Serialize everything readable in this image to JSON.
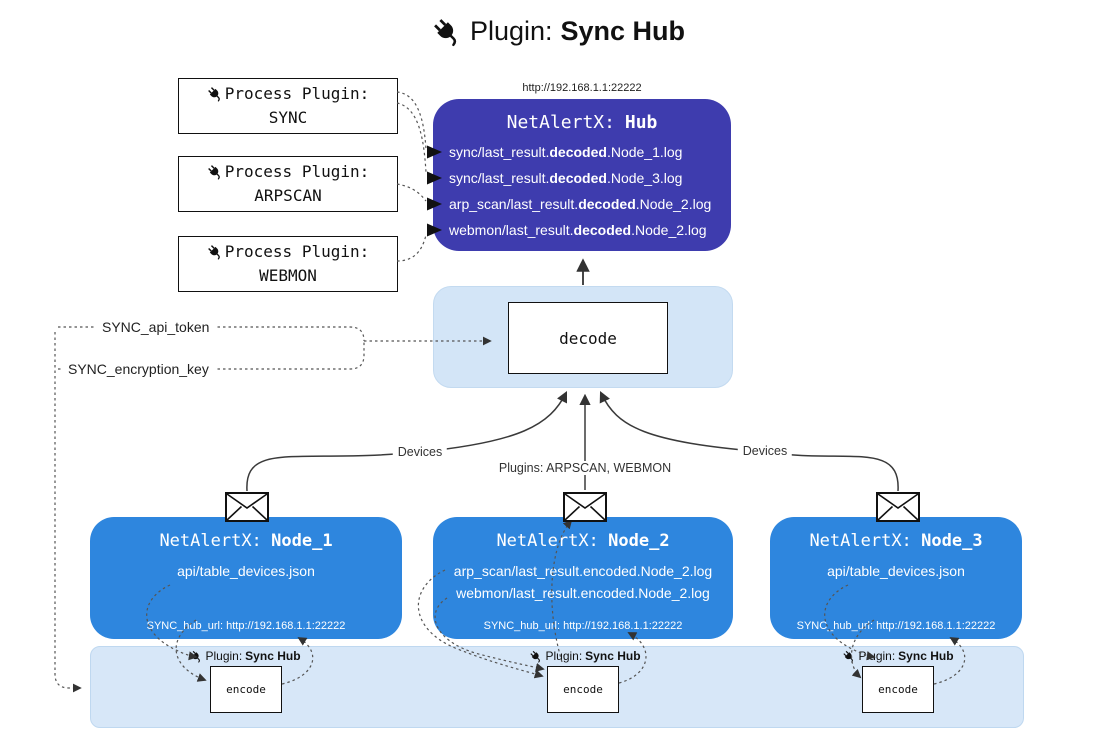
{
  "title": {
    "prefix": "Plugin:",
    "name": "Sync Hub"
  },
  "process_plugins": [
    {
      "label": "Process Plugin:",
      "name": "SYNC"
    },
    {
      "label": "Process Plugin:",
      "name": "ARPSCAN"
    },
    {
      "label": "Process Plugin:",
      "name": "WEBMON"
    }
  ],
  "hub": {
    "url": "http://192.168.1.1:22222",
    "title_prefix": "NetAlertX:",
    "title_name": "Hub",
    "logs": [
      {
        "pre": "sync/last_result.",
        "bold": "decoded",
        "post": ".Node_1.log"
      },
      {
        "pre": "sync/last_result.",
        "bold": "decoded",
        "post": ".Node_3.log"
      },
      {
        "pre": "arp_scan/last_result.",
        "bold": "decoded",
        "post": ".Node_2.log"
      },
      {
        "pre": "webmon/last_result.",
        "bold": "decoded",
        "post": ".Node_2.log"
      }
    ]
  },
  "decode": {
    "label": "decode"
  },
  "secrets": {
    "api_token": "SYNC_api_token",
    "encryption_key": "SYNC_encryption_key"
  },
  "edges": {
    "left_label": "Devices",
    "center_label": "Plugins: ARPSCAN, WEBMON",
    "right_label": "Devices"
  },
  "nodes": [
    {
      "title_prefix": "NetAlertX:",
      "title_name": "Node_1",
      "lines": [
        "api/table_devices.json"
      ],
      "hub_url": "SYNC_hub_url: http://192.168.1.1:22222"
    },
    {
      "title_prefix": "NetAlertX:",
      "title_name": "Node_2",
      "lines": [
        "arp_scan/last_result.encoded.Node_2.log",
        "webmon/last_result.encoded.Node_2.log"
      ],
      "hub_url": "SYNC_hub_url: http://192.168.1.1:22222"
    },
    {
      "title_prefix": "NetAlertX:",
      "title_name": "Node_3",
      "lines": [
        "api/table_devices.json"
      ],
      "hub_url": "SYNC_hub_url: http://192.168.1.1:22222"
    }
  ],
  "band": {
    "plugin_prefix": "Plugin:",
    "plugin_name": "Sync Hub",
    "encode_label": "encode"
  },
  "colors": {
    "hub_bg": "#3E3CAE",
    "node_bg": "#2E86DE",
    "panel_bg": "#D7E7F8",
    "accent_text": "#ffffff"
  }
}
